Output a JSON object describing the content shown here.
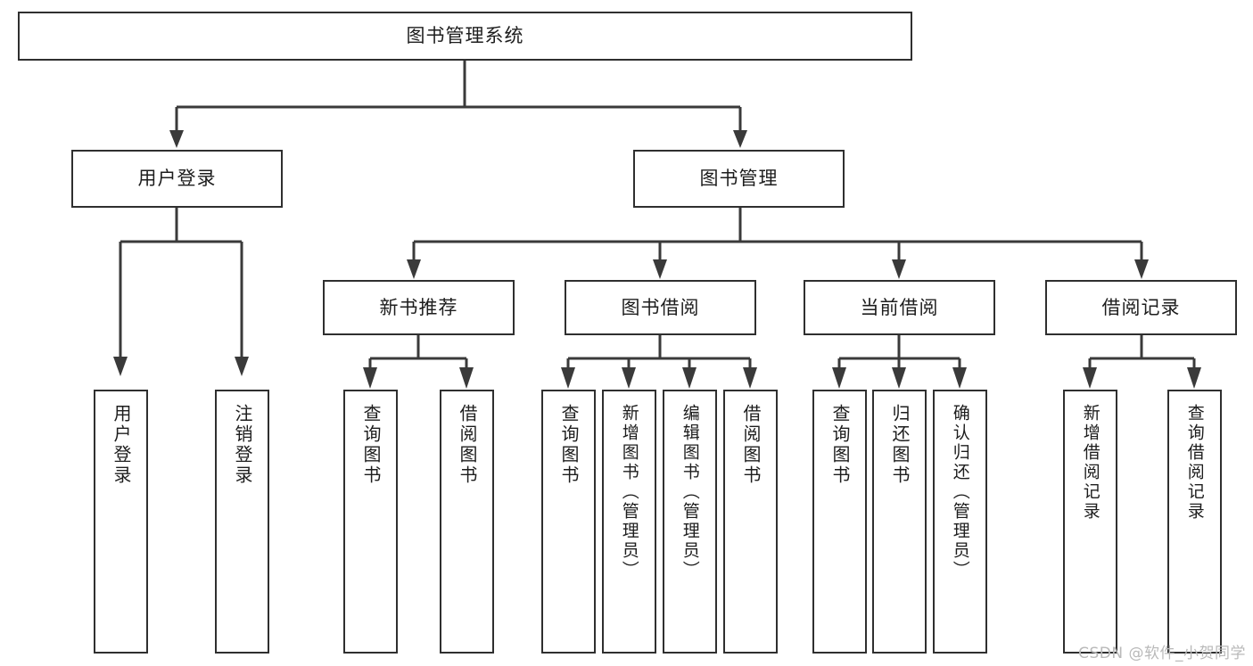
{
  "chart_data": {
    "type": "diagram",
    "diagram_kind": "tree-hierarchy",
    "title": "图书管理系统",
    "orientation": "top-down",
    "levels": 4,
    "nodes": [
      {
        "id": "root",
        "label": "图书管理系统",
        "level": 1,
        "parent": null
      },
      {
        "id": "n2_1",
        "label": "用户登录",
        "level": 2,
        "parent": "root"
      },
      {
        "id": "n2_2",
        "label": "图书管理",
        "level": 2,
        "parent": "root"
      },
      {
        "id": "n3_1",
        "label": "新书推荐",
        "level": 3,
        "parent": "n2_2"
      },
      {
        "id": "n3_2",
        "label": "图书借阅",
        "level": 3,
        "parent": "n2_2"
      },
      {
        "id": "n3_3",
        "label": "当前借阅",
        "level": 3,
        "parent": "n2_2"
      },
      {
        "id": "n3_4",
        "label": "借阅记录",
        "level": 3,
        "parent": "n2_2"
      },
      {
        "id": "l1",
        "label": "用户登录",
        "level": 4,
        "parent": "n2_1"
      },
      {
        "id": "l2",
        "label": "注销登录",
        "level": 4,
        "parent": "n2_1"
      },
      {
        "id": "l3",
        "label": "查询图书",
        "level": 4,
        "parent": "n3_1"
      },
      {
        "id": "l4",
        "label": "借阅图书",
        "level": 4,
        "parent": "n3_1"
      },
      {
        "id": "l5",
        "label": "查询图书",
        "level": 4,
        "parent": "n3_2"
      },
      {
        "id": "l6",
        "label": "新增图书（管理员）",
        "level": 4,
        "parent": "n3_2"
      },
      {
        "id": "l7",
        "label": "编辑图书（管理员）",
        "level": 4,
        "parent": "n3_2"
      },
      {
        "id": "l8",
        "label": "借阅图书",
        "level": 4,
        "parent": "n3_2"
      },
      {
        "id": "l9",
        "label": "查询图书",
        "level": 4,
        "parent": "n3_3"
      },
      {
        "id": "l10",
        "label": "归还图书",
        "level": 4,
        "parent": "n3_3"
      },
      {
        "id": "l11",
        "label": "确认归还（管理员）",
        "level": 4,
        "parent": "n3_3"
      },
      {
        "id": "l12",
        "label": "新增借阅记录",
        "level": 4,
        "parent": "n3_4"
      },
      {
        "id": "l13",
        "label": "查询借阅记录",
        "level": 4,
        "parent": "n3_4"
      }
    ],
    "edges": [
      {
        "from": "root",
        "to": "n2_1"
      },
      {
        "from": "root",
        "to": "n2_2"
      },
      {
        "from": "n2_2",
        "to": "n3_1"
      },
      {
        "from": "n2_2",
        "to": "n3_2"
      },
      {
        "from": "n2_2",
        "to": "n3_3"
      },
      {
        "from": "n2_2",
        "to": "n3_4"
      },
      {
        "from": "n2_1",
        "to": "l1"
      },
      {
        "from": "n2_1",
        "to": "l2"
      },
      {
        "from": "n3_1",
        "to": "l3"
      },
      {
        "from": "n3_1",
        "to": "l4"
      },
      {
        "from": "n3_2",
        "to": "l5"
      },
      {
        "from": "n3_2",
        "to": "l6"
      },
      {
        "from": "n3_2",
        "to": "l7"
      },
      {
        "from": "n3_2",
        "to": "l8"
      },
      {
        "from": "n3_3",
        "to": "l9"
      },
      {
        "from": "n3_3",
        "to": "l10"
      },
      {
        "from": "n3_3",
        "to": "l11"
      },
      {
        "from": "n3_4",
        "to": "l12"
      },
      {
        "from": "n3_4",
        "to": "l13"
      }
    ],
    "colors": {
      "background": "#ffffff",
      "node_fill": "#ffffff",
      "node_border": "#2f2f2f",
      "edge": "#3a3a3a",
      "text": "#1d1d1d",
      "watermark": "#b9b9b9"
    }
  },
  "root": {
    "label": "图书管理系统"
  },
  "level2": {
    "user_login": {
      "label": "用户登录"
    },
    "book_manage": {
      "label": "图书管理"
    }
  },
  "level3": {
    "new_book": {
      "label": "新书推荐"
    },
    "book_borrow": {
      "label": "图书借阅"
    },
    "current_borrow": {
      "label": "当前借阅"
    },
    "borrow_record": {
      "label": "借阅记录"
    }
  },
  "leaves": {
    "user_login_1": {
      "label": "用户登录"
    },
    "user_login_2": {
      "label": "注销登录"
    },
    "new_book_1": {
      "label": "查询图书"
    },
    "new_book_2": {
      "label": "借阅图书"
    },
    "borrow_1": {
      "label": "查询图书"
    },
    "borrow_2": {
      "label": "新增图书（管理员）"
    },
    "borrow_3": {
      "label": "编辑图书（管理员）"
    },
    "borrow_4": {
      "label": "借阅图书"
    },
    "current_1": {
      "label": "查询图书"
    },
    "current_2": {
      "label": "归还图书"
    },
    "current_3": {
      "label": "确认归还（管理员）"
    },
    "record_1": {
      "label": "新增借阅记录"
    },
    "record_2": {
      "label": "查询借阅记录"
    }
  },
  "watermark": {
    "text": "CSDN @软件_小贺同学"
  }
}
